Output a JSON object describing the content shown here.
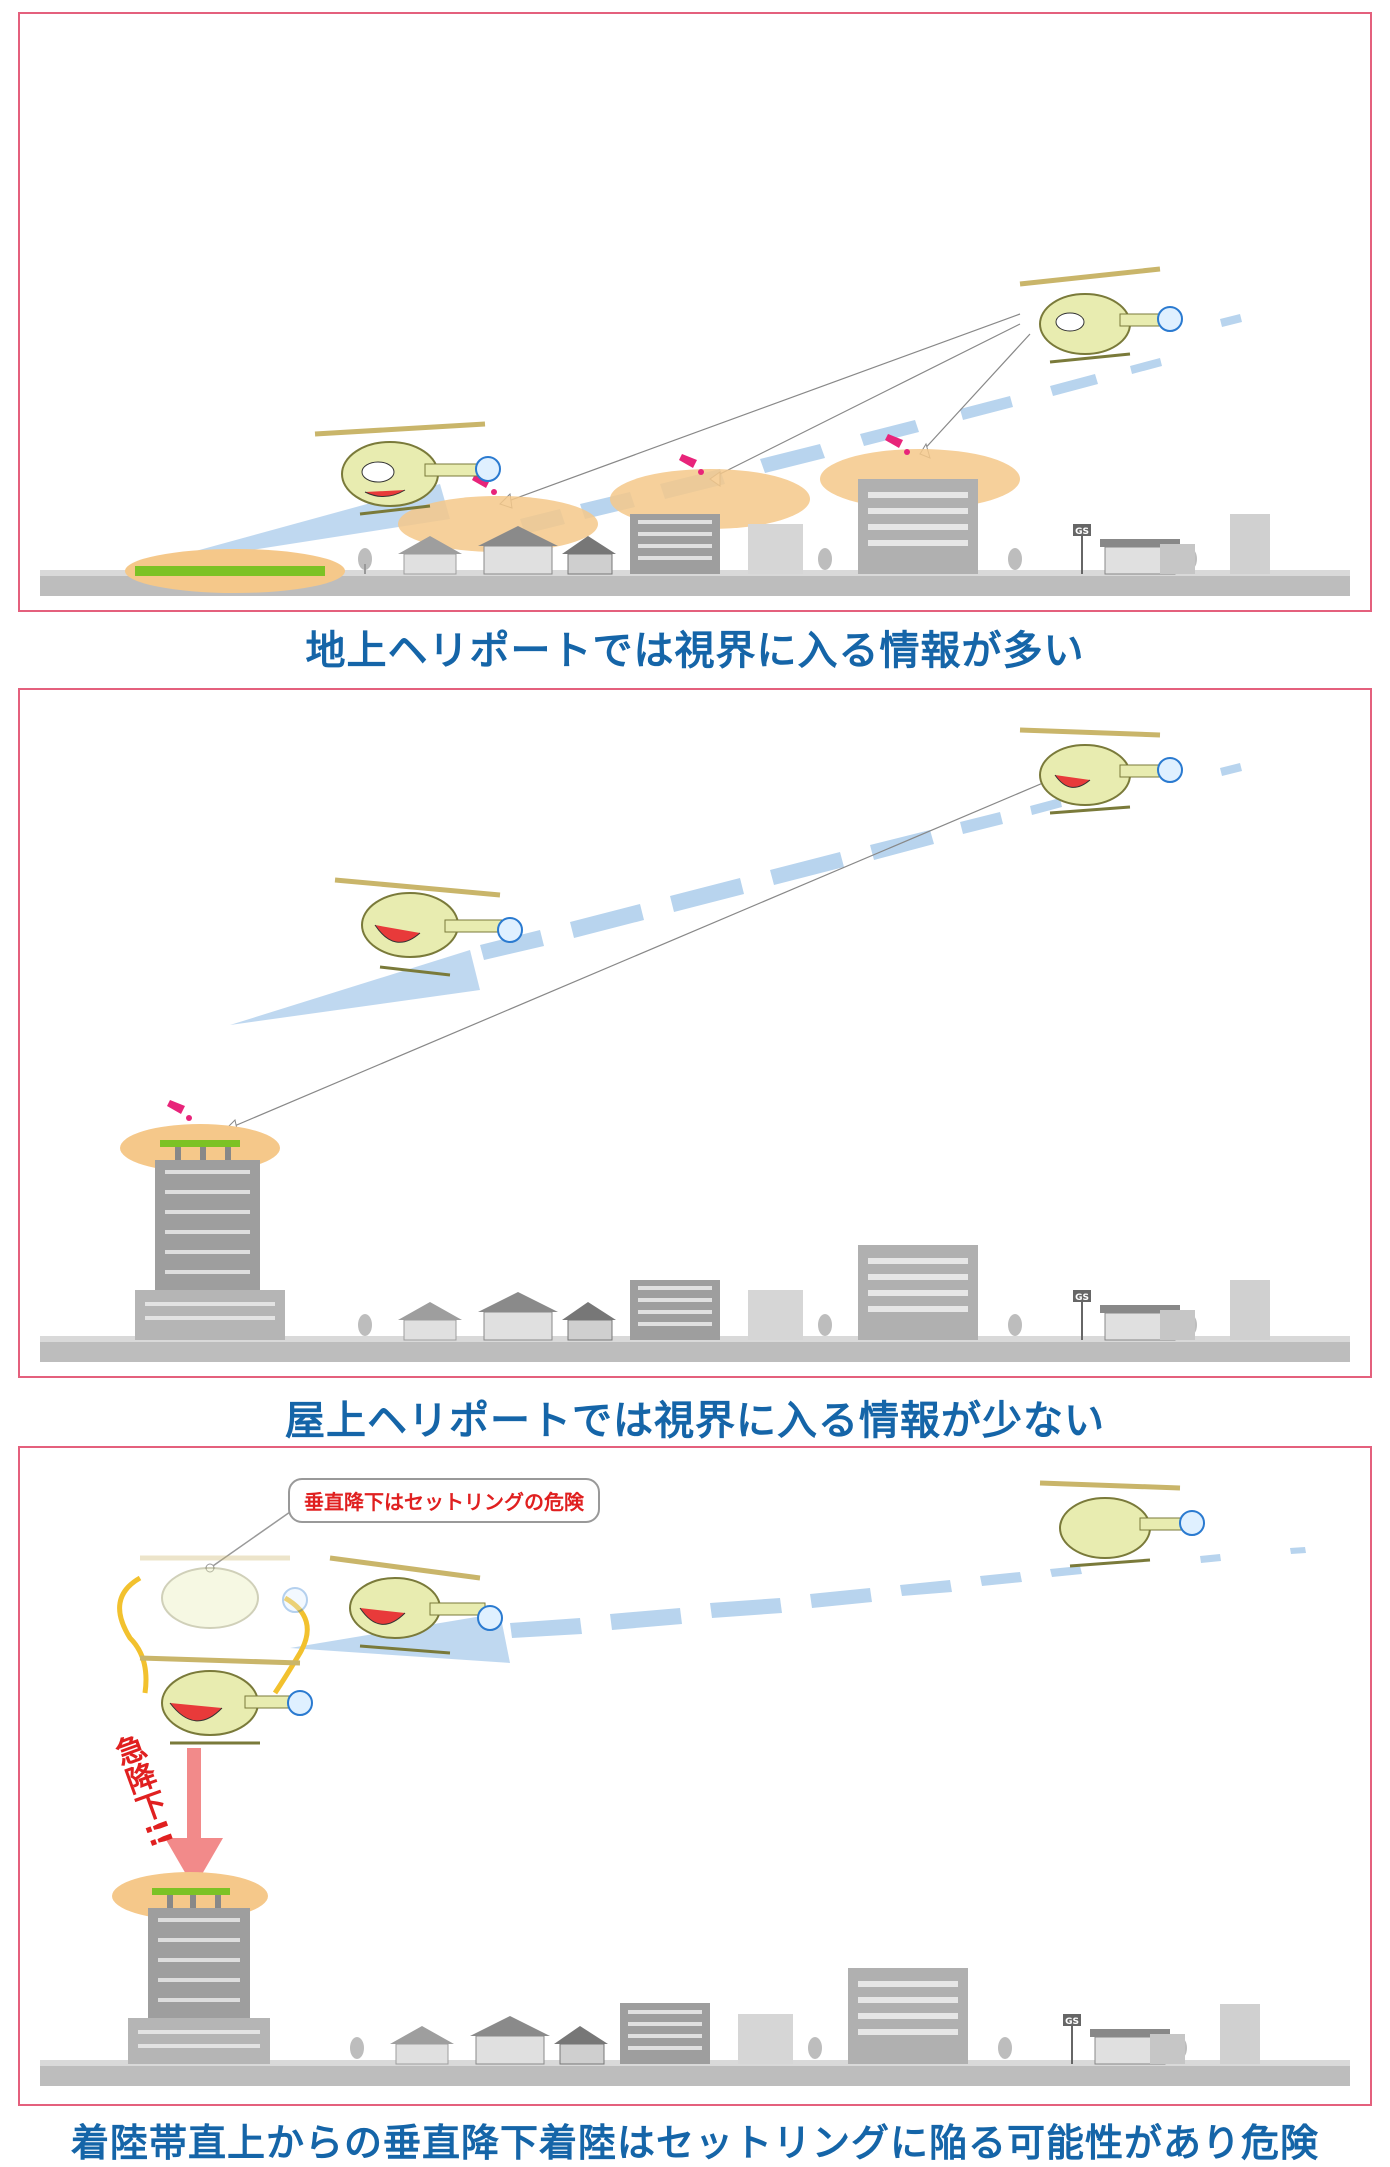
{
  "panels": [
    {
      "caption": "地上ヘリポートでは視界に入る情報が多い"
    },
    {
      "caption": "屋上ヘリポートでは視界に入る情報が少ない"
    },
    {
      "caption": "着陸帯直上からの垂直降下着陸はセットリングに陥る可能性があり危険",
      "callout": "垂直降下はセットリングの危険",
      "drop_label": "急降下!!"
    }
  ],
  "signs": {
    "gas_station": "GS"
  },
  "colors": {
    "border": "#e4607d",
    "caption": "#1565a8",
    "heli_body": "#e8ecb0",
    "view_cone": "#b8d4ee",
    "pad_glow": "#f5c88a",
    "pad_green": "#7cc225",
    "ground": "#bdbdbd",
    "alert": "#e8247a"
  },
  "icons": [
    "helicopter-icon",
    "building-icon",
    "house-icon",
    "tree-icon",
    "gas-station-icon",
    "alert-icon"
  ]
}
